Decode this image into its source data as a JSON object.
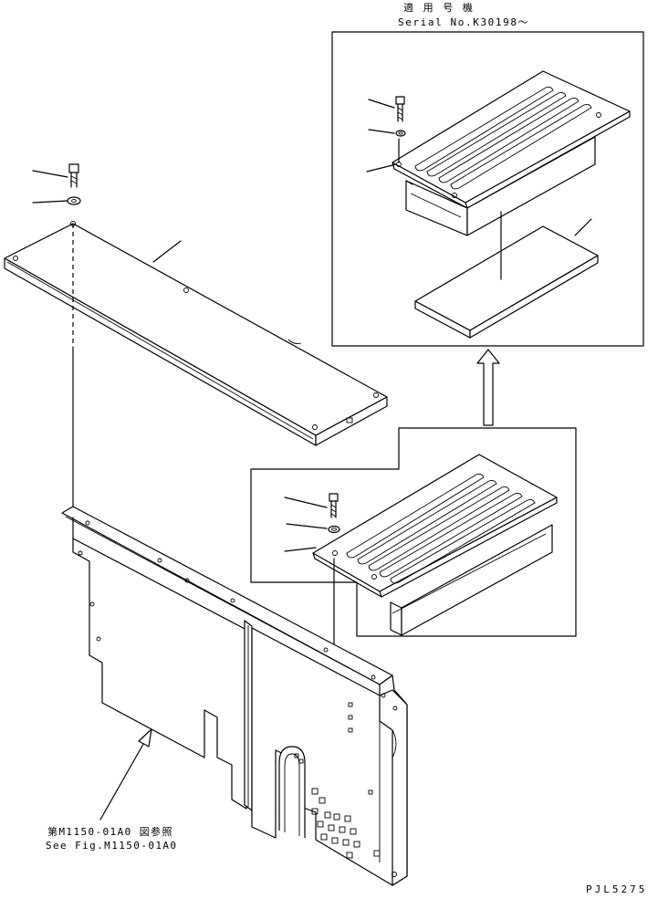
{
  "header": {
    "applicable_jp": "適 用 号 機",
    "serial": "Serial No.K30198～"
  },
  "reference": {
    "jp": "第M1150-01A0 図参照",
    "en": "See Fig.M1150-01A0"
  },
  "drawing_id": "PJL5275"
}
